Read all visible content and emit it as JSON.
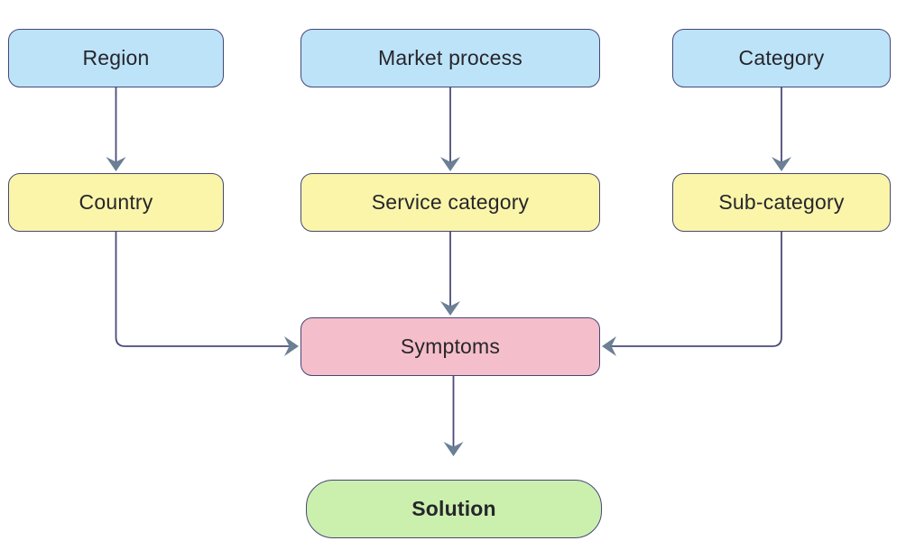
{
  "diagram": {
    "nodes": {
      "region": {
        "label": "Region",
        "fill": "#bde3f8"
      },
      "market_process": {
        "label": "Market process",
        "fill": "#bde3f8"
      },
      "category": {
        "label": "Category",
        "fill": "#bde3f8"
      },
      "country": {
        "label": "Country",
        "fill": "#faf5a9"
      },
      "service_category": {
        "label": "Service category",
        "fill": "#faf5a9"
      },
      "sub_category": {
        "label": "Sub-category",
        "fill": "#faf5a9"
      },
      "symptoms": {
        "label": "Symptoms",
        "fill": "#f5becb"
      },
      "solution": {
        "label": "Solution",
        "fill": "#cbf0ae",
        "bold": true
      }
    },
    "edges": [
      {
        "from": "region",
        "to": "country"
      },
      {
        "from": "market_process",
        "to": "service_category"
      },
      {
        "from": "category",
        "to": "sub_category"
      },
      {
        "from": "country",
        "to": "symptoms"
      },
      {
        "from": "service_category",
        "to": "symptoms"
      },
      {
        "from": "sub_category",
        "to": "symptoms"
      },
      {
        "from": "symptoms",
        "to": "solution"
      }
    ],
    "colors": {
      "background": "#ffffff",
      "node_border": "#474778",
      "connector_line": "#4b4b78",
      "arrowhead": "#6b7f95",
      "text": "#26262b",
      "blue_fill": "#bde3f8",
      "yellow_fill": "#faf5a9",
      "pink_fill": "#f5becb",
      "green_fill": "#cbf0ae"
    }
  }
}
